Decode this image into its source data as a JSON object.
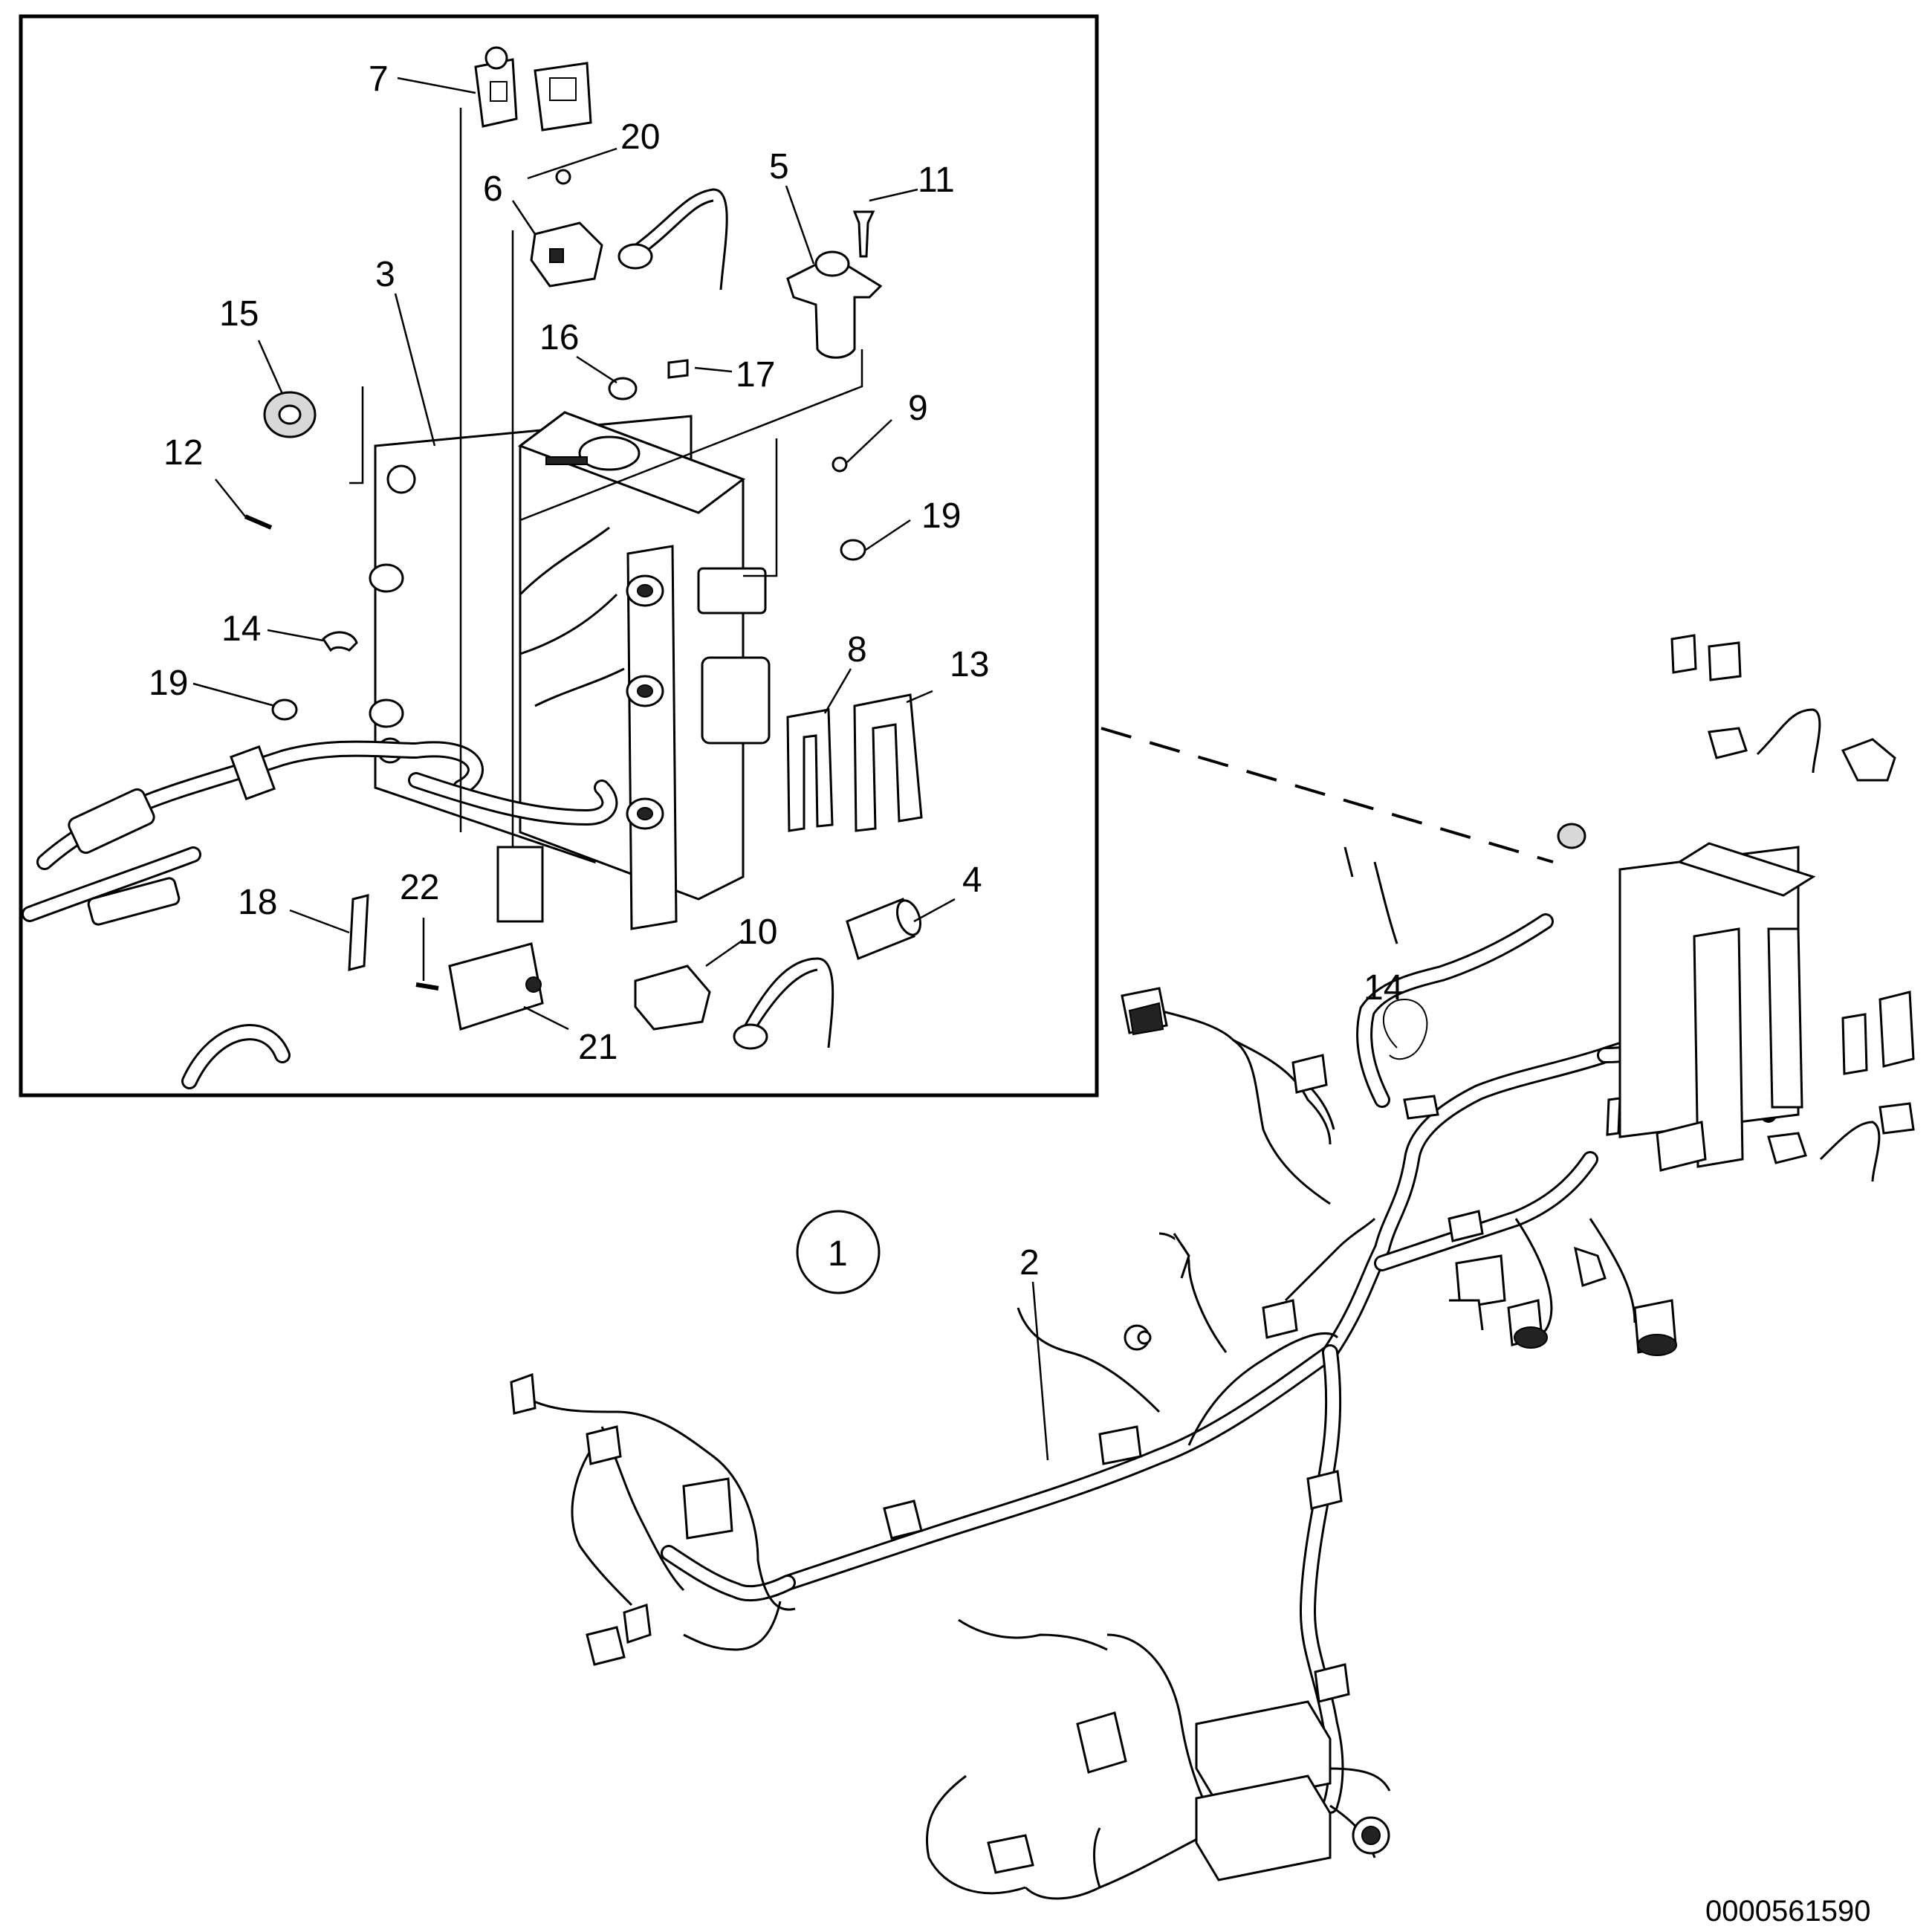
{
  "callouts": {
    "c1": "1",
    "c2": "2",
    "c3": "3",
    "c4": "4",
    "c5": "5",
    "c6": "6",
    "c7": "7",
    "c8": "8",
    "c9": "9",
    "c10": "10",
    "c11": "11",
    "c12": "12",
    "c13": "13",
    "c14_detail": "14",
    "c14_main": "14",
    "c15": "15",
    "c16": "16",
    "c17": "17",
    "c18": "18",
    "c19_upper": "19",
    "c19_lower": "19",
    "c20": "20",
    "c21": "21",
    "c22": "22"
  },
  "figure_id": "0000561590"
}
